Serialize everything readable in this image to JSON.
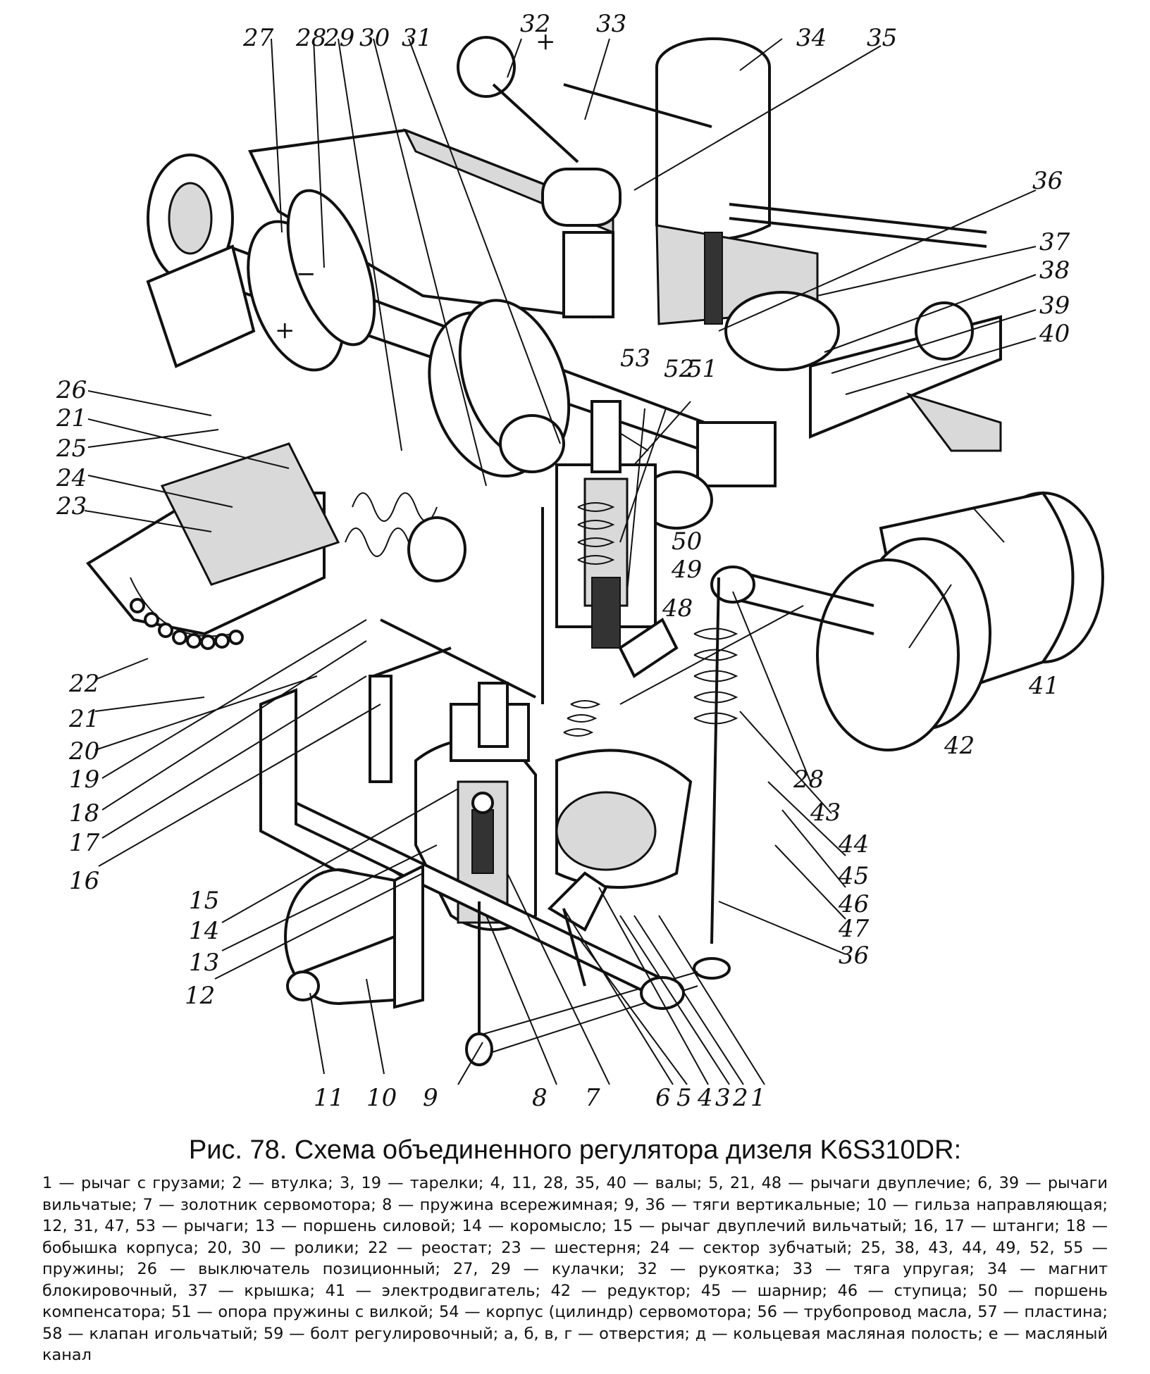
{
  "figure": {
    "part_labels": [
      "1",
      "2",
      "3",
      "4",
      "5",
      "6",
      "7",
      "8",
      "9",
      "10",
      "11",
      "12",
      "13",
      "14",
      "15",
      "16",
      "17",
      "18",
      "19",
      "20",
      "21",
      "21",
      "22",
      "23",
      "24",
      "25",
      "26",
      "27",
      "28",
      "28",
      "29",
      "30",
      "31",
      "32",
      "33",
      "34",
      "35",
      "36",
      "36",
      "37",
      "38",
      "39",
      "40",
      "41",
      "42",
      "43",
      "44",
      "45",
      "46",
      "47",
      "48",
      "49",
      "50",
      "51",
      "52",
      "53"
    ],
    "plus_sign": "+",
    "plus_sign_2": "+",
    "minus_sign": "−"
  },
  "caption": {
    "title": "Рис. 78. Схема объединенного регулятора дизеля K6S310DR:",
    "legend": "1 — рычаг с грузами; 2 — втулка; 3, 19 — тарелки; 4, 11, 28, 35, 40 — валы; 5, 21, 48 — рычаги двуплечие; 6, 39 — рычаги вильчатые; 7 — золотник сервомотора; 8 — пружина всережимная; 9, 36 — тяги вертикальные; 10 — гильза направляющая; 12, 31, 47, 53 — рычаги; 13 — поршень силовой; 14 — коромысло; 15 — рычаг двуплечий вильчатый; 16, 17 — штанги; 18 — бобышка корпуса; 20, 30 — ролики; 22 — реостат; 23 — шестерня; 24 — сектор зубчатый; 25, 38, 43, 44, 49, 52, 55 — пружины; 26 — выключатель позиционный; 27, 29 — кулачки; 32 — рукоятка; 33 — тяга упругая; 34 — магнит блокировочный, 37 — крышка; 41 — электродвигатель; 42 — редуктор; 45 — шарнир; 46 — ступица; 50 — поршень компенсатора; 51 — опора пружины с вилкой; 54 — корпус (цилиндр) сервомотора; 56 — трубопровод масла, 57 — пластина; 58 — клапан игольчатый; 59 — болт регулировочный; а, б, в, г — отверстия; д — кольцевая масляная полость; е — масляный канал"
  }
}
